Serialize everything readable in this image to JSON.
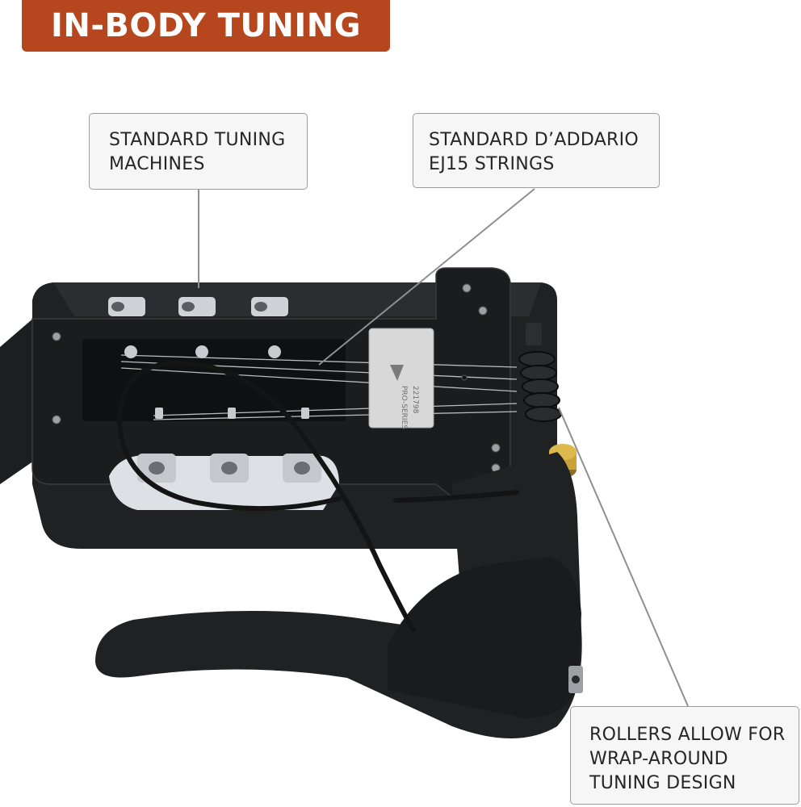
{
  "banner": {
    "title": "IN-BODY TUNING"
  },
  "callouts": {
    "tuning_machines": {
      "lines": [
        "STANDARD TUNING",
        "MACHINES"
      ]
    },
    "strings": {
      "lines": [
        "STANDARD D’ADDARIO",
        "EJ15 STRINGS"
      ]
    },
    "rollers": {
      "lines": [
        "ROLLERS ALLOW FOR",
        "WRAP-AROUND",
        "TUNING DESIGN"
      ]
    }
  },
  "nameplate": {
    "brand": "PRO-SERIES",
    "serial": "221798"
  },
  "colors": {
    "banner": "#b6461e",
    "body": "#222325",
    "body_shadow": "#161718",
    "chrome": "#cfd2d6",
    "brass": "#c9a33a",
    "plate": "#d8d8d8",
    "callout_bg": "#f6f6f6",
    "leader_line": "#8f8f8f"
  }
}
